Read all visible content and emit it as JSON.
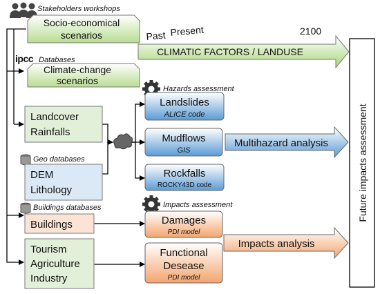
{
  "header": {
    "stakeholders_label": "Stakeholders workshops",
    "ipcc_logo": "ipcc",
    "databases_label": "Databases",
    "hazards_label": "Hazards assessment",
    "geo_databases_label": "Geo databases",
    "buildings_databases_label": "Buildings databases",
    "impacts_label": "Impacts assessment"
  },
  "timeline": {
    "past": "Past",
    "present": "Present",
    "year": "2100",
    "arrow_label": "CLIMATIC FACTORS / LANDUSE"
  },
  "scenarios": {
    "socio_line1": "Socio-economical",
    "socio_line2": "scenarios",
    "climate_line1": "Climate-change",
    "climate_line2": "scenarios"
  },
  "inputs": {
    "landcover": "Landcover",
    "rainfalls": "Rainfalls",
    "dem": "DEM",
    "lithology": "Lithology",
    "buildings": "Buildings",
    "tourism": "Tourism",
    "agriculture": "Agriculture",
    "industry": "Industry"
  },
  "hazards": {
    "landslides": "Landslides",
    "landslides_sub": "ALICE code",
    "mudflows": "Mudflows",
    "mudflows_sub": "GIS",
    "rockfalls": "Rockfalls",
    "rockfalls_sub": "ROCKY43D code"
  },
  "impacts": {
    "damages": "Damages",
    "damages_sub": "PDI model",
    "functional_line1": "Functional",
    "functional_line2": "Desease",
    "functional_sub": "PDI model"
  },
  "analysis": {
    "multihazard": "Multihazard analysis",
    "impacts": "Impacts analysis",
    "future": "Future impacts assessment"
  },
  "colors": {
    "green_fill": "#e2efd9",
    "blue_fill": "#dbe8f6",
    "orange_fill": "#fbe4d5",
    "gradient_green": "#92d050",
    "gradient_blue": "#4f81bd",
    "gradient_orange": "#f4b183"
  }
}
